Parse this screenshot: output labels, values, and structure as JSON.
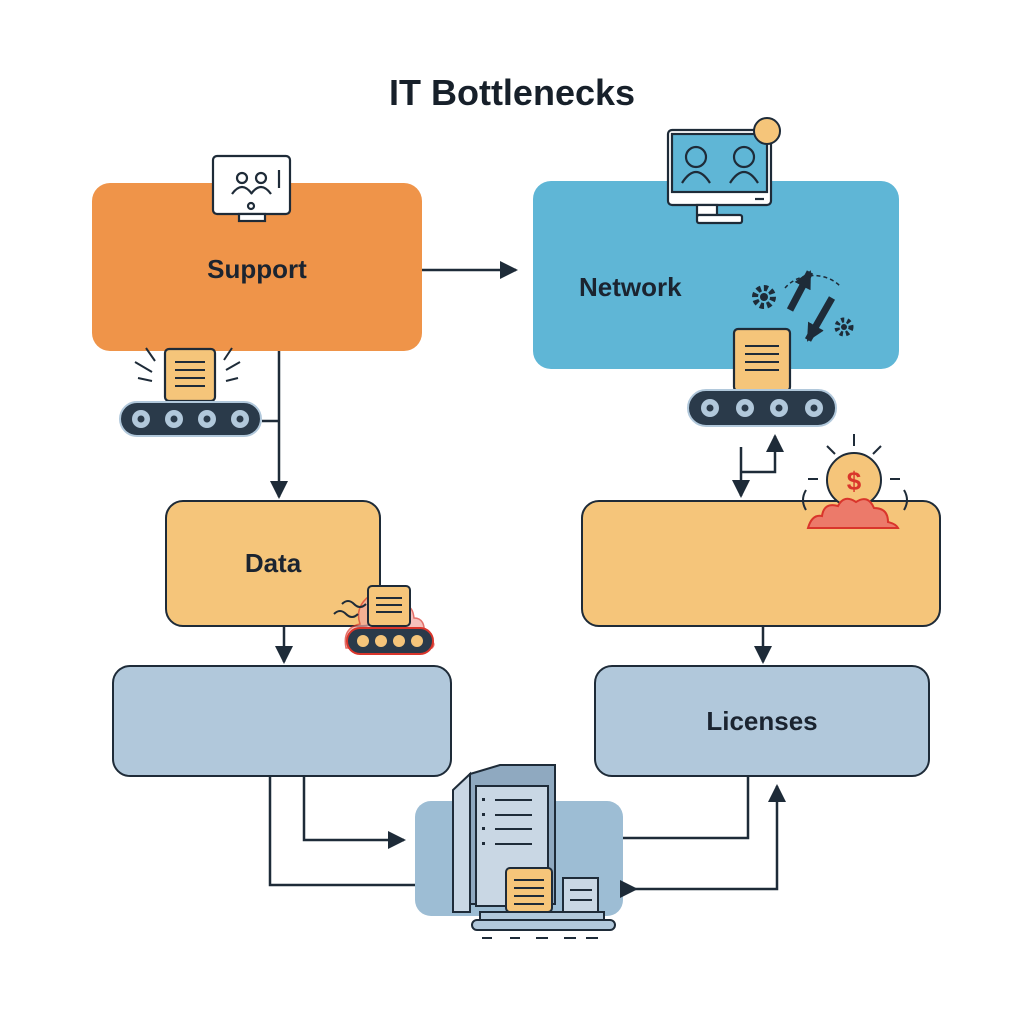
{
  "title": "IT Bottlenecks",
  "nodes": {
    "support": {
      "label": "Support",
      "color": "#ef9449"
    },
    "network": {
      "label": "Network",
      "color": "#5fb6d6"
    },
    "data": {
      "label": "Data",
      "color": "#f5c57a"
    },
    "unlabeled_cost": {
      "label": "",
      "color": "#f5c57a"
    },
    "unlabeled_blue": {
      "label": "",
      "color": "#b1c8db"
    },
    "licenses": {
      "label": "Licenses",
      "color": "#b1c8db"
    },
    "hub": {
      "label": "",
      "color": "#9dbdd4"
    }
  },
  "icons": [
    "monitor-users-alert-icon",
    "monitor-users-icon",
    "notification-dot-icon",
    "conveyor-document-icon",
    "gears-exchange-icon",
    "overheating-conveyor-icon",
    "money-fire-icon",
    "document-stack-icon"
  ],
  "edges": [
    {
      "from": "Support",
      "to": "Network"
    },
    {
      "from": "Support",
      "to": "Data"
    },
    {
      "from": "Data",
      "to": "unlabeled_blue"
    },
    {
      "from": "Network",
      "to": "unlabeled_cost",
      "bidirectional": true
    },
    {
      "from": "unlabeled_cost",
      "to": "Licenses"
    },
    {
      "from": "unlabeled_blue",
      "to": "hub"
    },
    {
      "from": "Licenses",
      "to": "hub",
      "bidirectional": true
    }
  ]
}
